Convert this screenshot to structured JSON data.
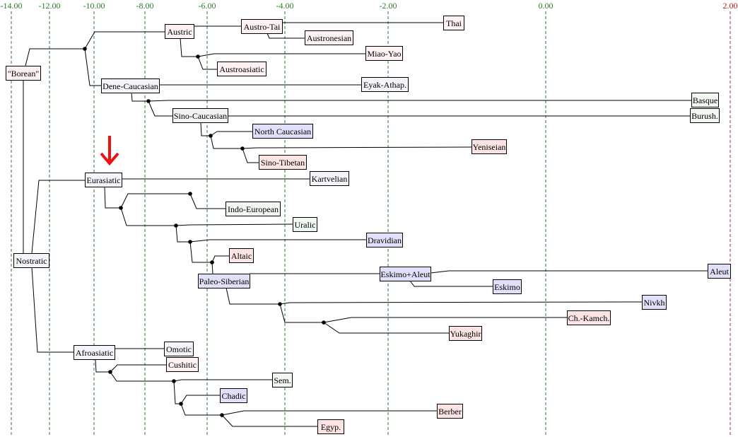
{
  "axis": {
    "ticks": [
      {
        "label": "-14.00",
        "color": "#2a7a2a"
      },
      {
        "label": "-12.00",
        "color": "#2a7a2a"
      },
      {
        "label": "-10.00",
        "color": "#2a7a2a"
      },
      {
        "label": "-8.00",
        "color": "#2a7a2a"
      },
      {
        "label": "-6.00",
        "color": "#2a7a2a"
      },
      {
        "label": "-4.00",
        "color": "#2a7a2a"
      },
      {
        "label": "-2.00",
        "color": "#2a7a2a"
      },
      {
        "label": "0.00",
        "color": "#2a7a2a"
      },
      {
        "label": "2.00",
        "color": "#b02020"
      }
    ]
  },
  "tints": {
    "pink": "#fdf1f1",
    "lavender": "#f4f4fb",
    "gray": "#f3f3f3",
    "blue": "#e0e0fa",
    "rose": "#fce4e4",
    "green": "#f1f8f1"
  },
  "marker_color": "#ee1111",
  "nodes": [
    {
      "id": "borean",
      "label": "\"Borean\"",
      "tint": "pink"
    },
    {
      "id": "austric",
      "label": "Austric",
      "tint": "pink"
    },
    {
      "id": "austrotai",
      "label": "Austro-Tai",
      "tint": "pink"
    },
    {
      "id": "thai",
      "label": "Thai",
      "tint": "pink"
    },
    {
      "id": "austronesian",
      "label": "Austronesian",
      "tint": "pink"
    },
    {
      "id": "miaoyao",
      "label": "Miao-Yao",
      "tint": "pink"
    },
    {
      "id": "austroasiatic",
      "label": "Austroasiatic",
      "tint": "pink"
    },
    {
      "id": "denecaucasian",
      "label": "Dene-Caucasian",
      "tint": "lavender"
    },
    {
      "id": "eyak",
      "label": "Eyak-Athap.",
      "tint": "lavender"
    },
    {
      "id": "basque",
      "label": "Basque",
      "tint": "green"
    },
    {
      "id": "burush",
      "label": "Burush.",
      "tint": "green"
    },
    {
      "id": "sinocaucasian",
      "label": "Sino-Caucasian",
      "tint": "gray"
    },
    {
      "id": "northcaucasian",
      "label": "North Caucasian",
      "tint": "blue"
    },
    {
      "id": "yeniseian",
      "label": "Yeniseian",
      "tint": "rose"
    },
    {
      "id": "sinotibetan",
      "label": "Sino-Tibetan",
      "tint": "rose"
    },
    {
      "id": "eurasiatic",
      "label": "Eurasiatic",
      "tint": "lavender"
    },
    {
      "id": "kartvelian",
      "label": "Kartvelian",
      "tint": "lavender"
    },
    {
      "id": "indoeuropean",
      "label": "Indo-European",
      "tint": "green"
    },
    {
      "id": "uralic",
      "label": "Uralic",
      "tint": "green"
    },
    {
      "id": "dravidian",
      "label": "Dravidian",
      "tint": "blue"
    },
    {
      "id": "altaic",
      "label": "Altaic",
      "tint": "rose"
    },
    {
      "id": "paleosiberian",
      "label": "Paleo-Siberian",
      "tint": "blue"
    },
    {
      "id": "eskimoaleut",
      "label": "Eskimo+Aleut",
      "tint": "blue"
    },
    {
      "id": "aleut",
      "label": "Aleut",
      "tint": "blue"
    },
    {
      "id": "eskimo",
      "label": "Eskimo",
      "tint": "blue"
    },
    {
      "id": "nivkh",
      "label": "Nivkh",
      "tint": "blue"
    },
    {
      "id": "chkamch",
      "label": "Ch.-Kamch.",
      "tint": "rose"
    },
    {
      "id": "yukaghir",
      "label": "Yukaghir",
      "tint": "rose"
    },
    {
      "id": "nostratic",
      "label": "Nostratic",
      "tint": "lavender"
    },
    {
      "id": "afroasiatic",
      "label": "Afroasiatic",
      "tint": "lavender"
    },
    {
      "id": "omotic",
      "label": "Omotic",
      "tint": "lavender"
    },
    {
      "id": "cushitic",
      "label": "Cushitic",
      "tint": "pink"
    },
    {
      "id": "sem",
      "label": "Sem.",
      "tint": "green"
    },
    {
      "id": "chadic",
      "label": "Chadic",
      "tint": "blue"
    },
    {
      "id": "berber",
      "label": "Berber",
      "tint": "rose"
    },
    {
      "id": "egyp",
      "label": "Egyp.",
      "tint": "rose"
    }
  ]
}
